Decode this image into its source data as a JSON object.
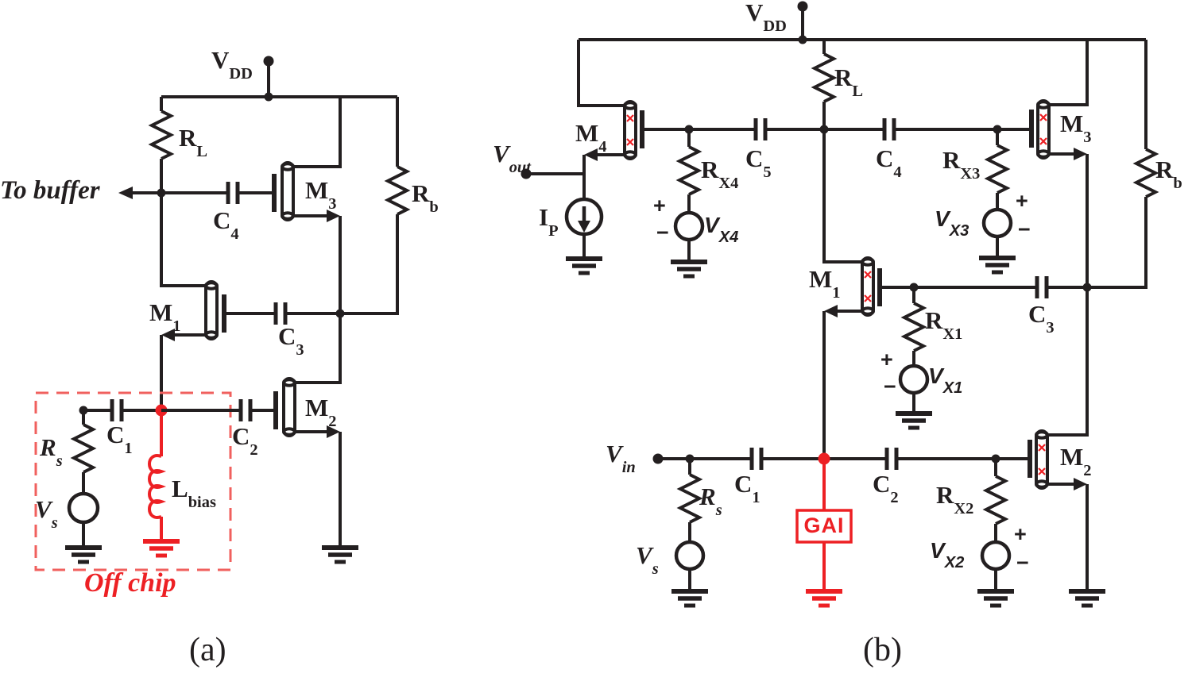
{
  "colors": {
    "ink": "#231f20",
    "accent_red": "#ed2024",
    "dashed_red": "#f0605e"
  },
  "signs": {
    "plus": "+",
    "minus": "−"
  },
  "a": {
    "caption": "(a)",
    "vdd": {
      "t": "V",
      "s": "DD"
    },
    "rl": {
      "t": "R",
      "s": "L"
    },
    "to_buffer": "To buffer",
    "c4": {
      "t": "C",
      "s": "4"
    },
    "m3": {
      "t": "M",
      "s": "3"
    },
    "rb": {
      "t": "R",
      "s": "b"
    },
    "m1": {
      "t": "M",
      "s": "1"
    },
    "c3": {
      "t": "C",
      "s": "3"
    },
    "m2": {
      "t": "M",
      "s": "2"
    },
    "c1": {
      "t": "C",
      "s": "1"
    },
    "c2": {
      "t": "C",
      "s": "2"
    },
    "rs": {
      "t": "R",
      "s": "s"
    },
    "vs": {
      "t": "V",
      "s": "s"
    },
    "lbias": {
      "t": "L",
      "s": "bias"
    },
    "off_chip": "Off chip"
  },
  "b": {
    "caption": "(b)",
    "vdd": {
      "t": "V",
      "s": "DD"
    },
    "rl": {
      "t": "R",
      "s": "L"
    },
    "m4": {
      "t": "M",
      "s": "4"
    },
    "vout": {
      "t": "V",
      "s": "out"
    },
    "ip": {
      "t": "I",
      "s": "P"
    },
    "rx4": {
      "t": "R",
      "s": "X4"
    },
    "vx4": {
      "t": "V",
      "s": "X4"
    },
    "c5": {
      "t": "C",
      "s": "5"
    },
    "c4": {
      "t": "C",
      "s": "4"
    },
    "rx3": {
      "t": "R",
      "s": "X3"
    },
    "vx3": {
      "t": "V",
      "s": "X3"
    },
    "m3": {
      "t": "M",
      "s": "3"
    },
    "rb": {
      "t": "R",
      "s": "b"
    },
    "m1": {
      "t": "M",
      "s": "1"
    },
    "rx1": {
      "t": "R",
      "s": "X1"
    },
    "vx1": {
      "t": "V",
      "s": "X1"
    },
    "c3": {
      "t": "C",
      "s": "3"
    },
    "vin": {
      "t": "V",
      "s": "in"
    },
    "c1": {
      "t": "C",
      "s": "1"
    },
    "c2": {
      "t": "C",
      "s": "2"
    },
    "rs": {
      "t": "R",
      "s": "s"
    },
    "vs": {
      "t": "V",
      "s": "s"
    },
    "gai": "GAI",
    "rx2": {
      "t": "R",
      "s": "X2"
    },
    "vx2": {
      "t": "V",
      "s": "X2"
    },
    "m2": {
      "t": "M",
      "s": "2"
    }
  }
}
